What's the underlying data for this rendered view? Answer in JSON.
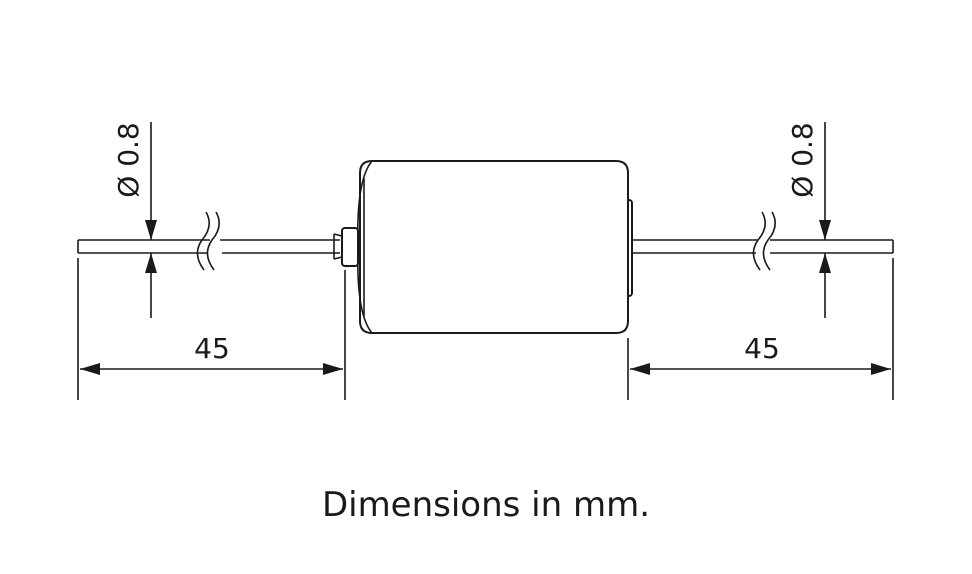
{
  "dimensions": {
    "left_length": "45",
    "right_length": "45",
    "left_diameter": "Ø 0.8",
    "right_diameter": "Ø 0.8"
  },
  "caption": "Dimensions in mm."
}
